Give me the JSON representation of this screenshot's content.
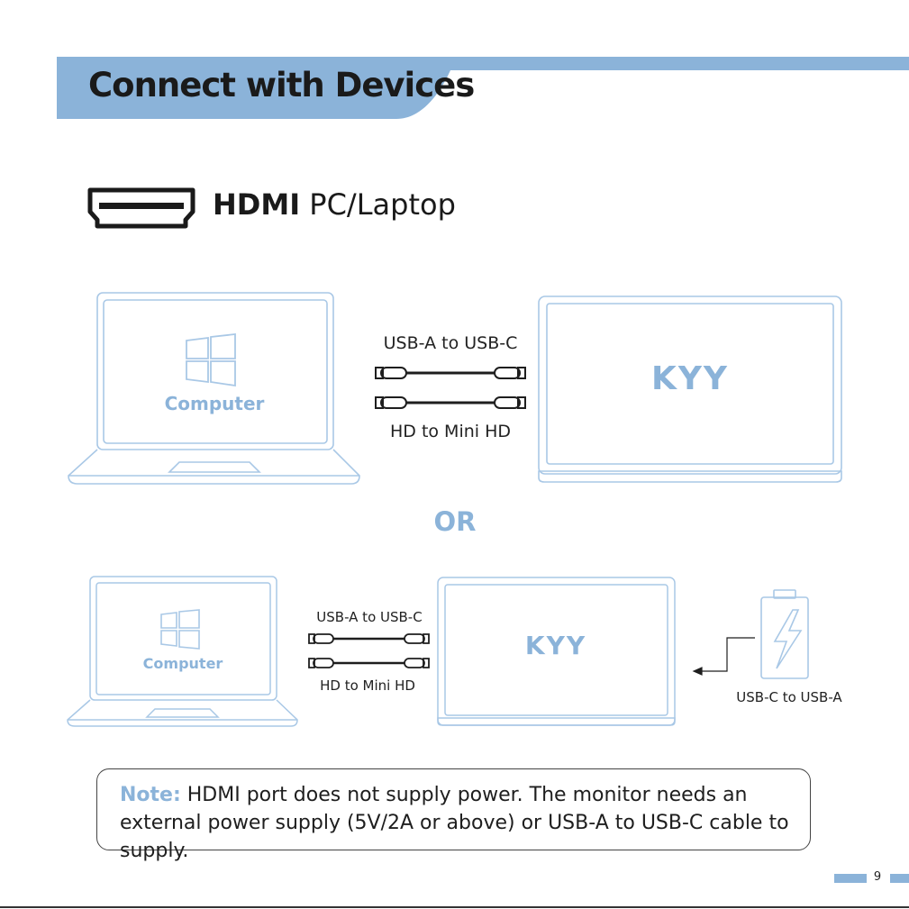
{
  "page": {
    "section_title": "Connect with Devices",
    "hdmi_heading_bold": "HDMI",
    "hdmi_heading_rest": " PC/Laptop",
    "or_label": "OR",
    "page_number": "9"
  },
  "diagram_top": {
    "computer_label": "Computer",
    "cable_top_label": "USB-A to USB-C",
    "cable_bottom_label": "HD to Mini HD",
    "monitor_logo": "KYY"
  },
  "diagram_bottom": {
    "computer_label": "Computer",
    "cable_top_label": "USB-A to USB-C",
    "cable_bottom_label": "HD to Mini HD",
    "monitor_logo": "KYY",
    "power_cable_label": "USB-C to USB-A"
  },
  "note": {
    "label": "Note:",
    "text": " HDMI port does not supply power. The monitor needs an external power supply (5V/2A or above) or USB-A to USB-C cable to supply."
  },
  "colors": {
    "accent": "#8bb3d9",
    "outline": "#a9c8e6",
    "text": "#1e1e1e"
  },
  "icons": [
    "hdmi-port-icon",
    "windows-logo-icon",
    "battery-bolt-icon",
    "cable-icon",
    "arrow-left-icon"
  ]
}
